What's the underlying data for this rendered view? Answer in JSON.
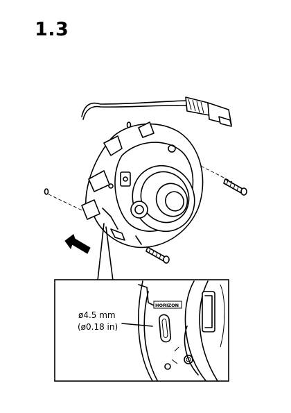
{
  "step": {
    "number": "1.3"
  },
  "detail": {
    "hole_diameter_mm": "ø4.5 mm",
    "hole_diameter_in": "(ø0.18 in)",
    "horizon_label": "HORIZON"
  },
  "icons": [
    "network-cable-icon",
    "dome-camera-icon",
    "screw-icon",
    "direction-arrow-icon"
  ]
}
